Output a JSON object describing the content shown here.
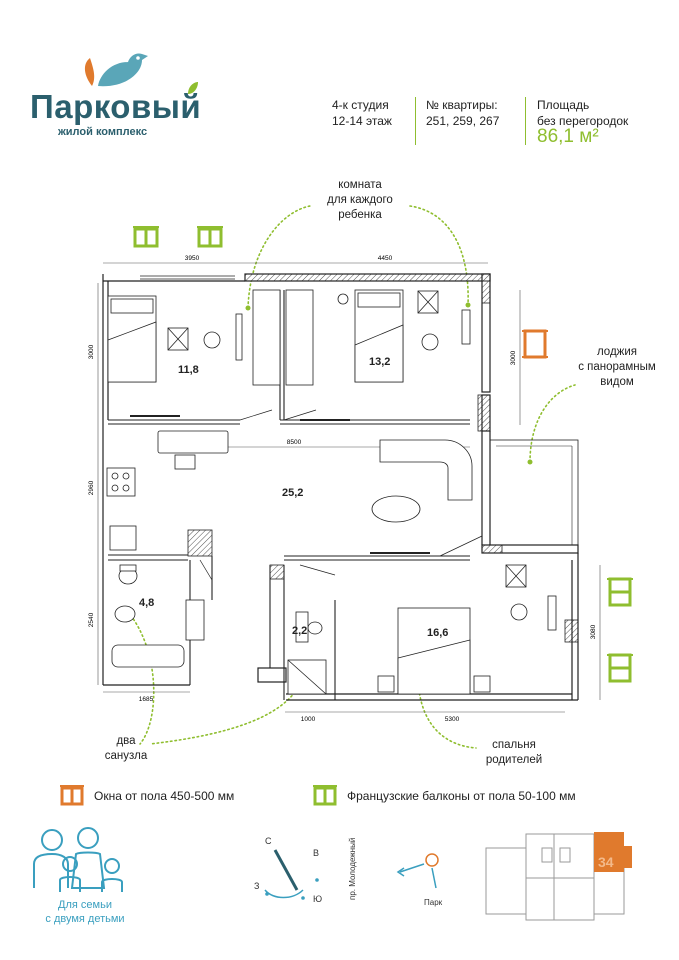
{
  "brand": {
    "name": "Парковый",
    "subtitle": "жилой комплекс",
    "colors": {
      "teal": "#5aa6b8",
      "dark": "#2b5f6d",
      "orange": "#e07a2d",
      "green": "#8fbe2f"
    }
  },
  "header": {
    "type_line1": "4-к студия",
    "type_line2": "12-14 этаж",
    "apt_label": "№ квартиры:",
    "apt_numbers": "251, 259, 267",
    "area_label1": "Площадь",
    "area_label2": "без перегородок",
    "area_value": "86,1 м²"
  },
  "annotations": {
    "kids_line1": "комната",
    "kids_line2": "для каждого",
    "kids_line3": "ребенка",
    "loggia_line1": "лоджия",
    "loggia_line2": "с панорамным",
    "loggia_line3": "видом",
    "bath_line1": "два",
    "bath_line2": "санузла",
    "parents_line1": "спальня",
    "parents_line2": "родителей"
  },
  "rooms": {
    "r1": "11,8",
    "r2": "13,2",
    "r3": "25,2",
    "r4": "4,8",
    "r5": "2,2",
    "r6": "16,6"
  },
  "dimensions": {
    "top_left": "3950",
    "top_right": "4450",
    "left_top": "3000",
    "right_top": "3000",
    "middle": "8500",
    "left_mid": "2960",
    "left_bottom": "2540",
    "right_bottom": "3080",
    "bottom_left": "1685",
    "bottom_mid": "1000",
    "bottom_right": "5300"
  },
  "legend": {
    "windows": "Окна от пола 450-500 мм",
    "balconies": "Французские балконы от пола 50-100 мм"
  },
  "footer": {
    "family_line1": "Для семьи",
    "family_line2": "с двумя детьми",
    "compass_n": "С",
    "compass_e": "В",
    "compass_w": "З",
    "compass_s": "Ю",
    "street": "пр. Молодежный",
    "park": "Парк",
    "building_mark": "34"
  }
}
